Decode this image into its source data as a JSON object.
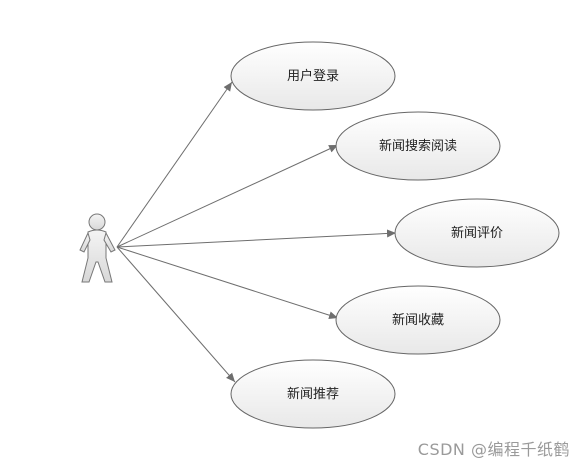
{
  "diagram": {
    "use_cases": [
      {
        "label": "用户登录"
      },
      {
        "label": "新闻搜索阅读"
      },
      {
        "label": "新闻评价"
      },
      {
        "label": "新闻收藏"
      },
      {
        "label": "新闻推荐"
      }
    ]
  },
  "watermark": "CSDN @编程千纸鹤",
  "colors": {
    "ellipse_fill_top": "#ffffff",
    "ellipse_fill_bottom": "#e8e8e8",
    "ellipse_stroke": "#666666",
    "line": "#6e6e6e",
    "actor_fill": "#e6e6e6",
    "actor_stroke": "#777777"
  }
}
